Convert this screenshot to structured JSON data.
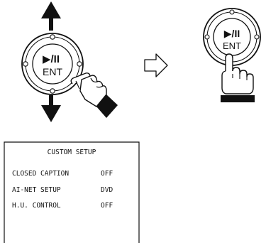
{
  "button": {
    "line1": "▶/II",
    "line2": "ENT"
  },
  "icons": {
    "up": "arrow-up-icon",
    "down": "arrow-down-icon",
    "transition": "hollow-arrow-right-icon",
    "hand_left": "pointing-hand-icon",
    "hand_right": "pressing-hand-icon"
  },
  "menu": {
    "title": "CUSTOM SETUP",
    "rows": [
      {
        "label": "CLOSED CAPTION",
        "value": "OFF"
      },
      {
        "label": "AI-NET SETUP",
        "value": "DVD"
      },
      {
        "label": "H.U. CONTROL",
        "value": "OFF"
      }
    ]
  },
  "colors": {
    "ink": "#111111",
    "paper": "#ffffff"
  }
}
